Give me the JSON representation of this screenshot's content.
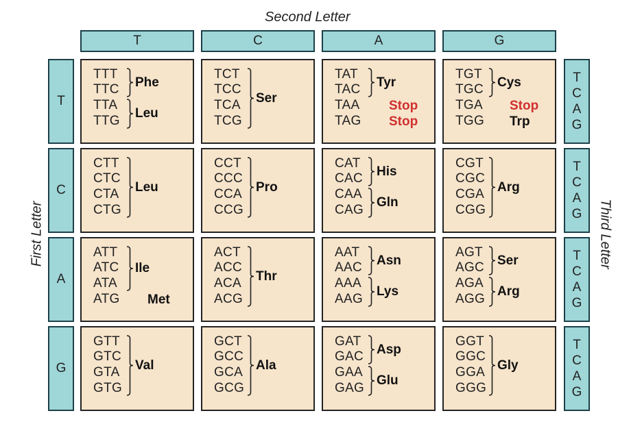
{
  "titles": {
    "second": "Second Letter",
    "first": "First Letter",
    "third": "Third Letter"
  },
  "second_letters": [
    "T",
    "C",
    "A",
    "G"
  ],
  "first_letters": [
    "T",
    "C",
    "A",
    "G"
  ],
  "third_letters": [
    "T",
    "C",
    "A",
    "G"
  ],
  "stop_color": "#d0302e",
  "tab_color": "#9fd6d8",
  "cell_color": "#f6e4cb",
  "rows": [
    {
      "cells": [
        {
          "codons": [
            "TTT",
            "TTC",
            "TTA",
            "TTG"
          ],
          "groups": [
            {
              "rows": [
                0,
                1
              ],
              "aa": "Phe"
            },
            {
              "rows": [
                2,
                3
              ],
              "aa": "Leu"
            }
          ]
        },
        {
          "codons": [
            "TCT",
            "TCC",
            "TCA",
            "TCG"
          ],
          "groups": [
            {
              "rows": [
                0,
                3
              ],
              "aa": "Ser"
            }
          ]
        },
        {
          "codons": [
            "TAT",
            "TAC",
            "TAA",
            "TAG"
          ],
          "groups": [
            {
              "rows": [
                0,
                1
              ],
              "aa": "Tyr"
            },
            {
              "rows": [
                2,
                2
              ],
              "aa": "Stop",
              "stop": true,
              "nobrace": true
            },
            {
              "rows": [
                3,
                3
              ],
              "aa": "Stop",
              "stop": true,
              "nobrace": true
            }
          ]
        },
        {
          "codons": [
            "TGT",
            "TGC",
            "TGA",
            "TGG"
          ],
          "groups": [
            {
              "rows": [
                0,
                1
              ],
              "aa": "Cys"
            },
            {
              "rows": [
                2,
                2
              ],
              "aa": "Stop",
              "stop": true,
              "nobrace": true
            },
            {
              "rows": [
                3,
                3
              ],
              "aa": "Trp",
              "nobrace": true
            }
          ]
        }
      ]
    },
    {
      "cells": [
        {
          "codons": [
            "CTT",
            "CTC",
            "CTA",
            "CTG"
          ],
          "groups": [
            {
              "rows": [
                0,
                3
              ],
              "aa": "Leu"
            }
          ]
        },
        {
          "codons": [
            "CCT",
            "CCC",
            "CCA",
            "CCG"
          ],
          "groups": [
            {
              "rows": [
                0,
                3
              ],
              "aa": "Pro"
            }
          ]
        },
        {
          "codons": [
            "CAT",
            "CAC",
            "CAA",
            "CAG"
          ],
          "groups": [
            {
              "rows": [
                0,
                1
              ],
              "aa": "His"
            },
            {
              "rows": [
                2,
                3
              ],
              "aa": "Gln"
            }
          ]
        },
        {
          "codons": [
            "CGT",
            "CGC",
            "CGA",
            "CGG"
          ],
          "groups": [
            {
              "rows": [
                0,
                3
              ],
              "aa": "Arg"
            }
          ]
        }
      ]
    },
    {
      "cells": [
        {
          "codons": [
            "ATT",
            "ATC",
            "ATA",
            "ATG"
          ],
          "groups": [
            {
              "rows": [
                0,
                2
              ],
              "aa": "Ile"
            },
            {
              "rows": [
                3,
                3
              ],
              "aa": "Met",
              "nobrace": true
            }
          ]
        },
        {
          "codons": [
            "ACT",
            "ACC",
            "ACA",
            "ACG"
          ],
          "groups": [
            {
              "rows": [
                0,
                3
              ],
              "aa": "Thr"
            }
          ]
        },
        {
          "codons": [
            "AAT",
            "AAC",
            "AAA",
            "AAG"
          ],
          "groups": [
            {
              "rows": [
                0,
                1
              ],
              "aa": "Asn"
            },
            {
              "rows": [
                2,
                3
              ],
              "aa": "Lys"
            }
          ]
        },
        {
          "codons": [
            "AGT",
            "AGC",
            "AGA",
            "AGG"
          ],
          "groups": [
            {
              "rows": [
                0,
                1
              ],
              "aa": "Ser"
            },
            {
              "rows": [
                2,
                3
              ],
              "aa": "Arg"
            }
          ]
        }
      ]
    },
    {
      "cells": [
        {
          "codons": [
            "GTT",
            "GTC",
            "GTA",
            "GTG"
          ],
          "groups": [
            {
              "rows": [
                0,
                3
              ],
              "aa": "Val"
            }
          ]
        },
        {
          "codons": [
            "GCT",
            "GCC",
            "GCA",
            "GCG"
          ],
          "groups": [
            {
              "rows": [
                0,
                3
              ],
              "aa": "Ala"
            }
          ]
        },
        {
          "codons": [
            "GAT",
            "GAC",
            "GAA",
            "GAG"
          ],
          "groups": [
            {
              "rows": [
                0,
                1
              ],
              "aa": "Asp"
            },
            {
              "rows": [
                2,
                3
              ],
              "aa": "Glu"
            }
          ]
        },
        {
          "codons": [
            "GGT",
            "GGC",
            "GGA",
            "GGG"
          ],
          "groups": [
            {
              "rows": [
                0,
                3
              ],
              "aa": "Gly"
            }
          ]
        }
      ]
    }
  ]
}
